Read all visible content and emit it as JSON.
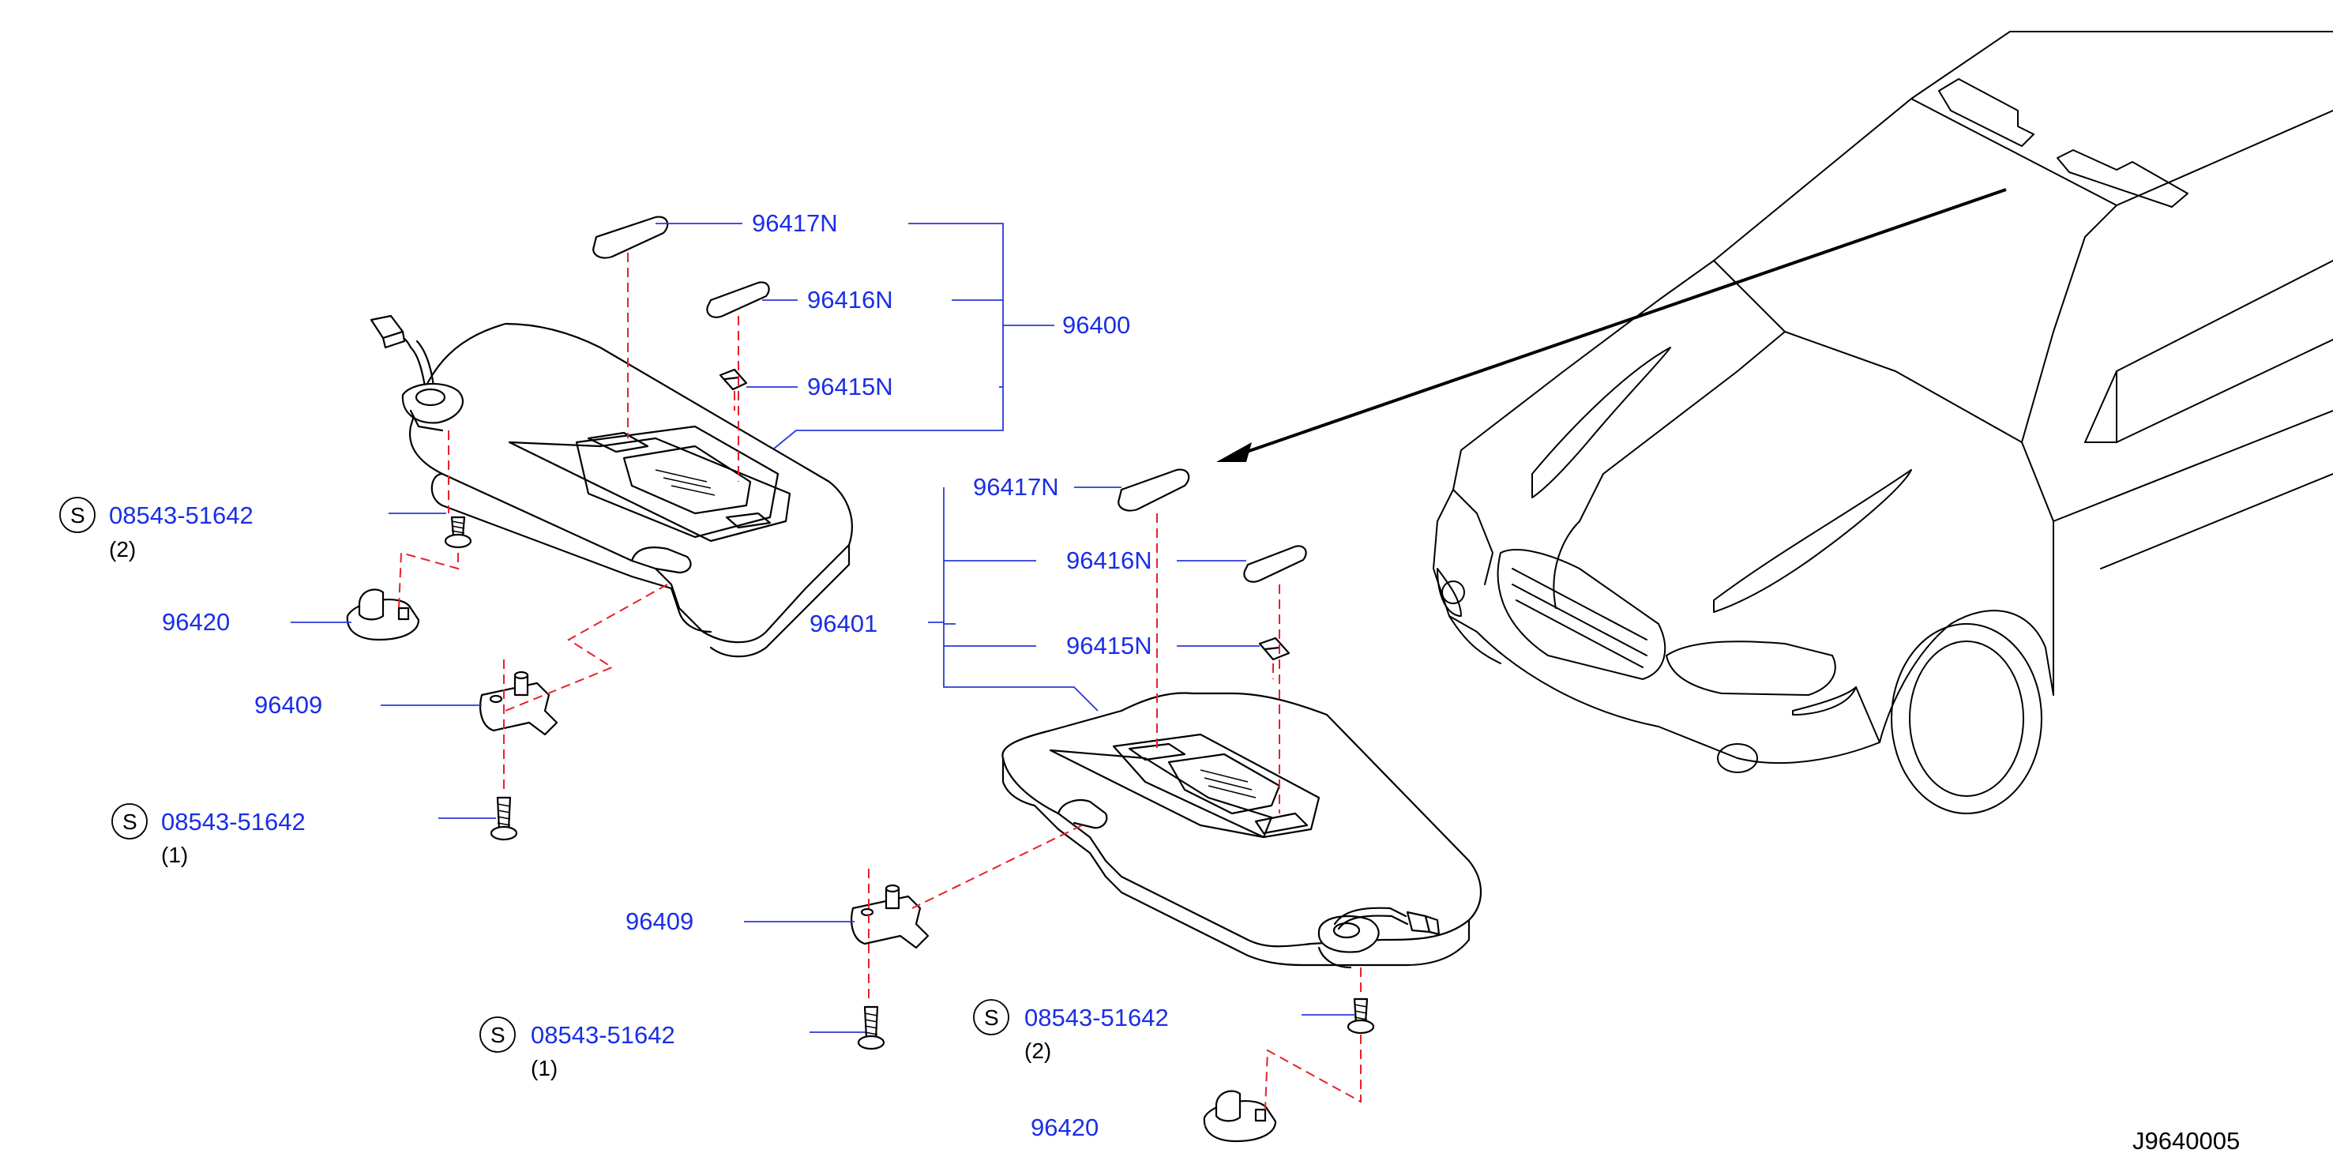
{
  "diagram": {
    "code": "J9640005",
    "service_symbol": "S",
    "part_numbers": {
      "visor_assembly_left": "96400",
      "visor_assembly_right": "96401",
      "mirror_cover_outer": "96417N",
      "mirror_cover_inner": "96416N",
      "clip": "96415N",
      "holder": "96420",
      "bracket": "96409",
      "screw": "08543-51642"
    },
    "quantities": {
      "two": "(2)",
      "one": "(1)"
    }
  }
}
